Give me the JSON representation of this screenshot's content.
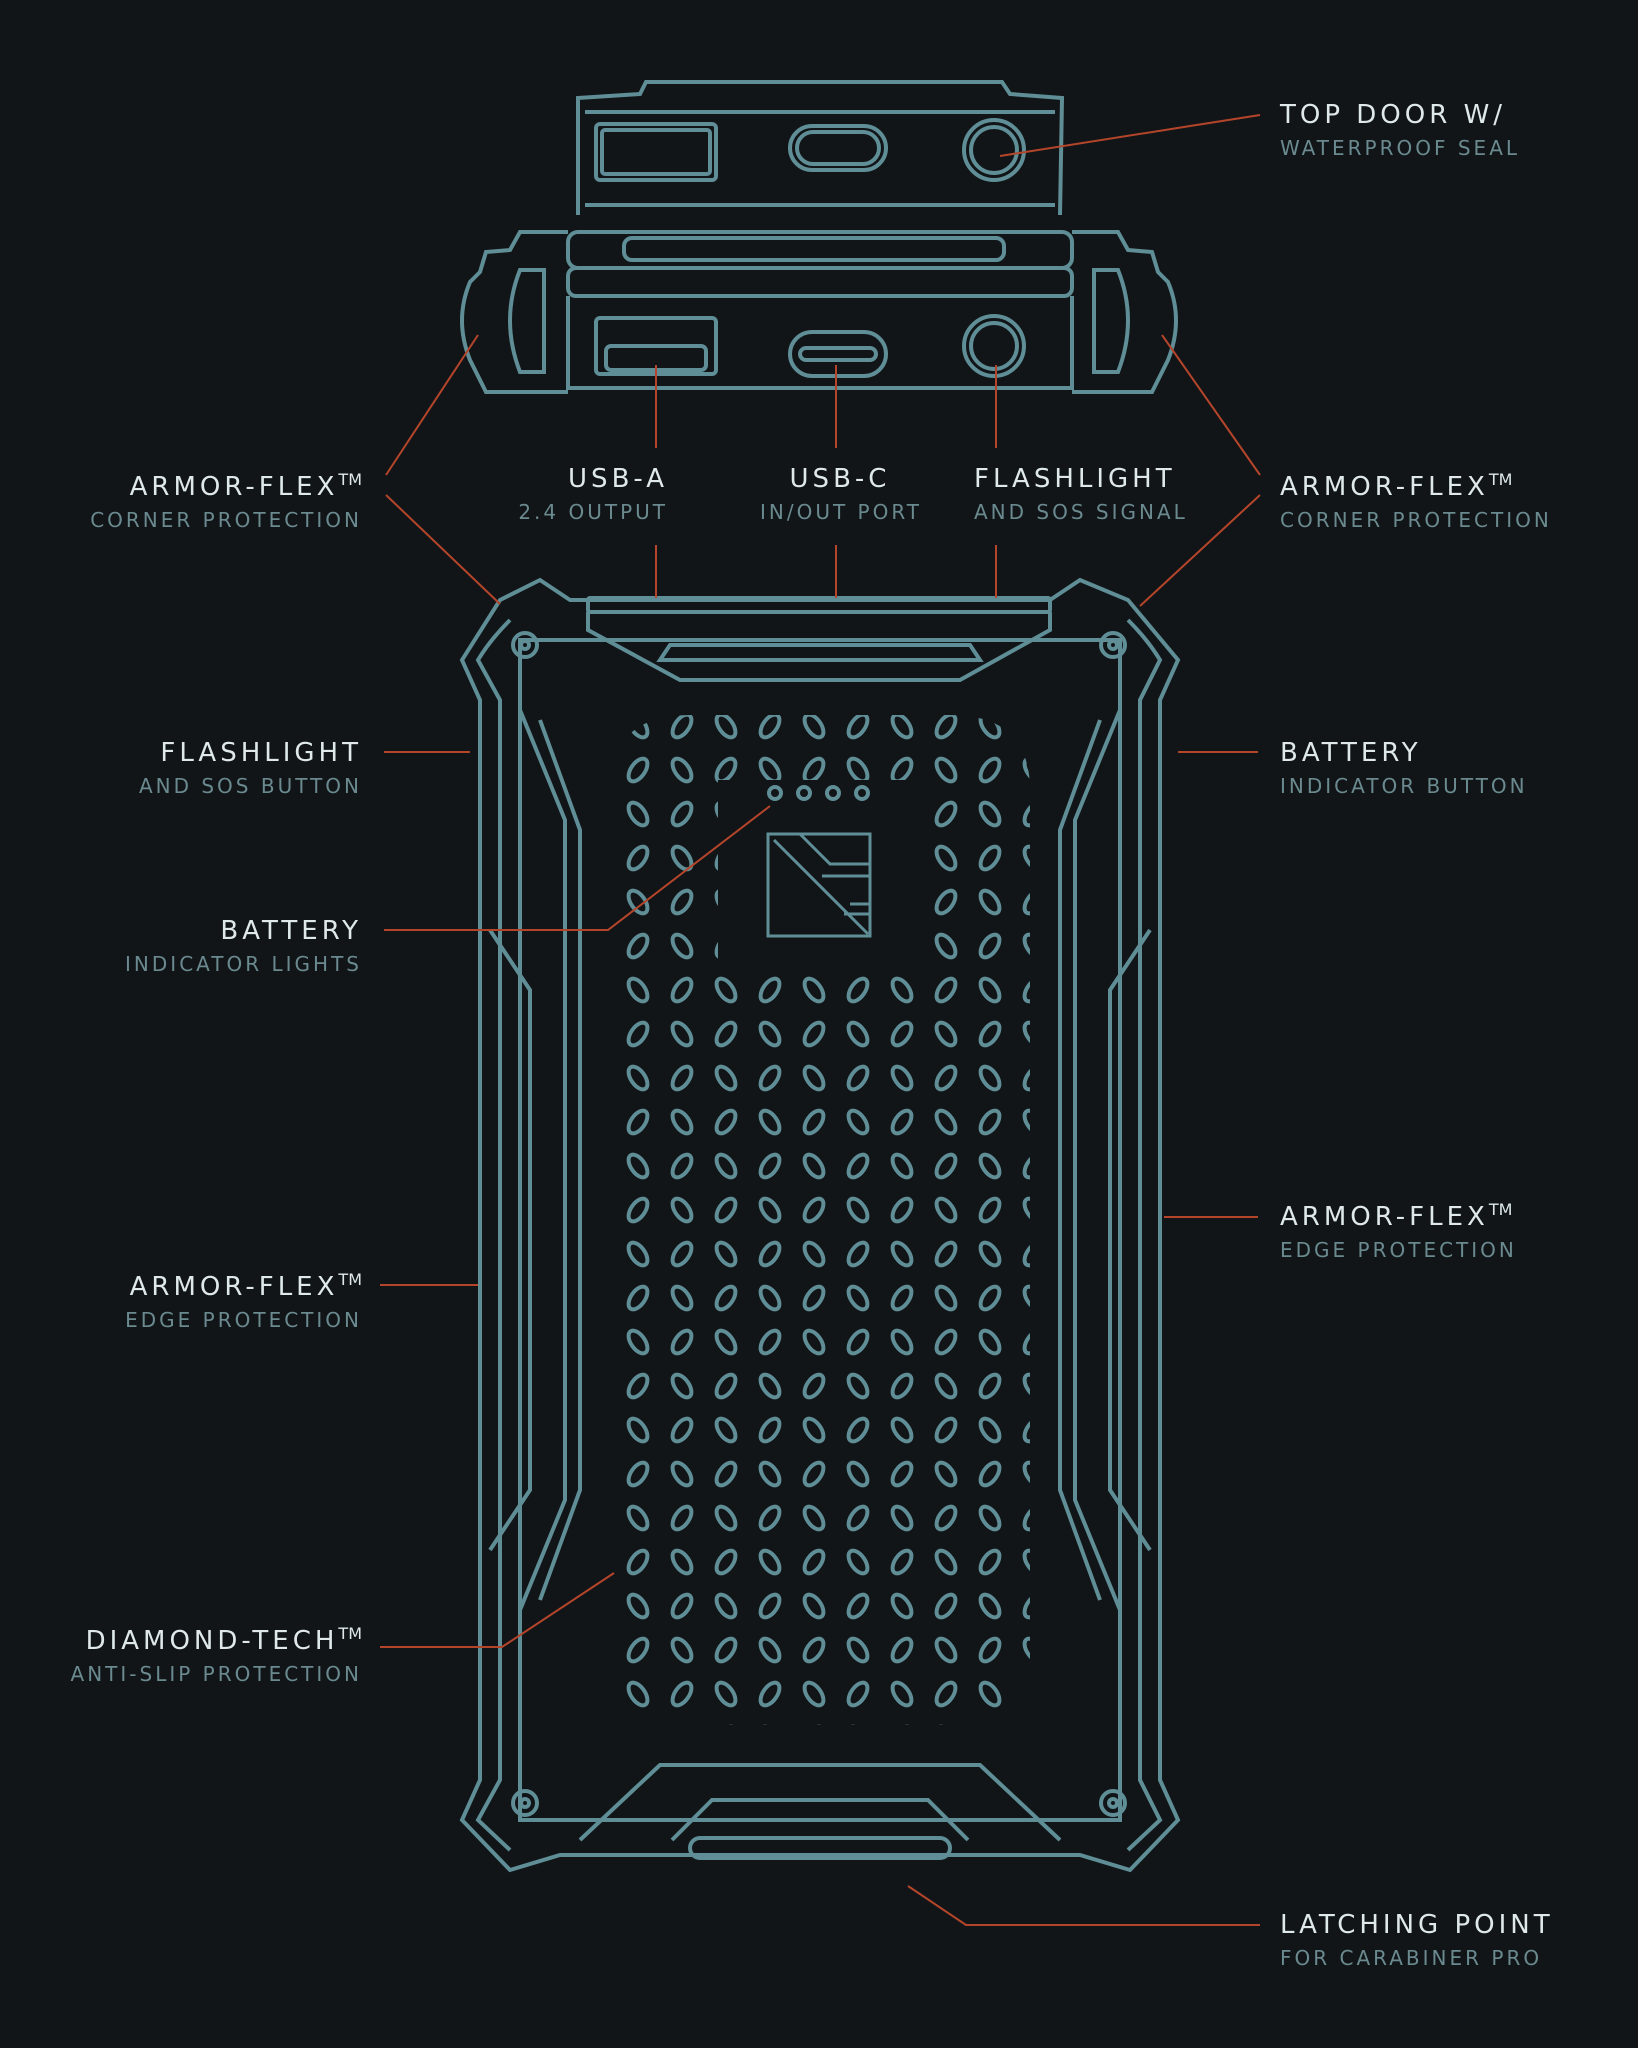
{
  "colors": {
    "background": "#111518",
    "outline": "#5f8e96",
    "leader": "#b5452a",
    "title_text": "#dfe9ea",
    "subtitle_text": "#6a8a8f"
  },
  "labels": {
    "top_door": {
      "title": "TOP DOOR W/",
      "sub": "WATERPROOF SEAL"
    },
    "corner_left": {
      "title": "ARMOR-FLEX",
      "tm": "TM",
      "sub": "CORNER PROTECTION"
    },
    "corner_right": {
      "title": "ARMOR-FLEX",
      "tm": "TM",
      "sub": "CORNER PROTECTION"
    },
    "usb_a": {
      "title": "USB-A",
      "sub": "2.4 OUTPUT"
    },
    "usb_c": {
      "title": "USB-C",
      "sub": "IN/OUT PORT"
    },
    "flashlight_port": {
      "title": "FLASHLIGHT",
      "sub": "AND SOS SIGNAL"
    },
    "flashlight_button": {
      "title": "FLASHLIGHT",
      "sub": "AND SOS BUTTON"
    },
    "battery_button": {
      "title": "BATTERY",
      "sub": "INDICATOR BUTTON"
    },
    "battery_lights": {
      "title": "BATTERY",
      "sub": "INDICATOR LIGHTS"
    },
    "edge_left": {
      "title": "ARMOR-FLEX",
      "tm": "TM",
      "sub": "EDGE PROTECTION"
    },
    "edge_right": {
      "title": "ARMOR-FLEX",
      "tm": "TM",
      "sub": "EDGE PROTECTION"
    },
    "diamond_tech": {
      "title": "DIAMOND-TECH",
      "tm": "TM",
      "sub": "ANTI-SLIP PROTECTION"
    },
    "latching_point": {
      "title": "LATCHING POINT",
      "sub": "FOR CARABINER PRO"
    }
  },
  "icons": {
    "logo": "brand-logo-icon",
    "indicator_lights": 4
  }
}
